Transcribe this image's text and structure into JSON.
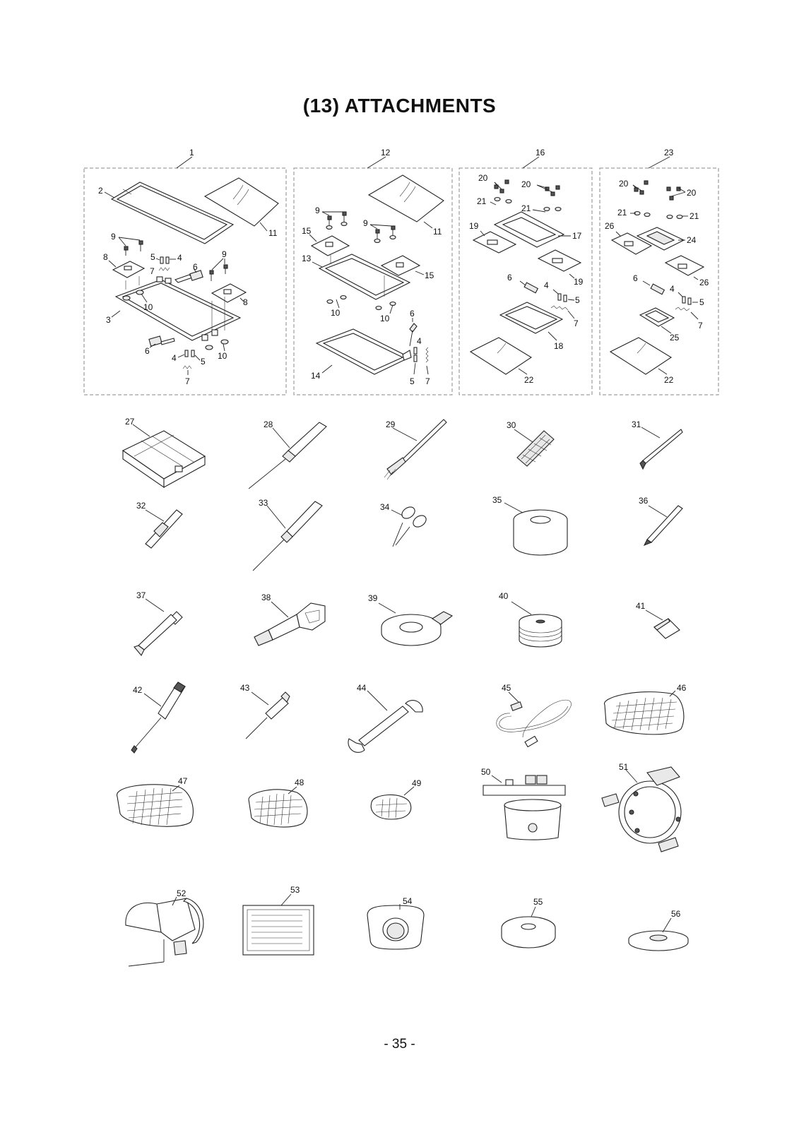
{
  "page": {
    "title": "(13) ATTACHMENTS",
    "page_number": "- 35 -"
  },
  "labels": {
    "n1": "1",
    "n2": "2",
    "n3": "3",
    "n4": "4",
    "n5": "5",
    "n6": "6",
    "n7": "7",
    "n8": "8",
    "n9": "9",
    "n10": "10",
    "n11": "11",
    "n12": "12",
    "n13": "13",
    "n14": "14",
    "n15": "15",
    "n16": "16",
    "n17": "17",
    "n18": "18",
    "n19": "19",
    "n20": "20",
    "n21": "21",
    "n22": "22",
    "n23": "23",
    "n24": "24",
    "n25": "25",
    "n26": "26",
    "n27": "27",
    "n28": "28",
    "n29": "29",
    "n30": "30",
    "n31": "31",
    "n32": "32",
    "n33": "33",
    "n34": "34",
    "n35": "35",
    "n36": "36",
    "n37": "37",
    "n38": "38",
    "n39": "39",
    "n40": "40",
    "n41": "41",
    "n42": "42",
    "n43": "43",
    "n44": "44",
    "n45": "45",
    "n46": "46",
    "n47": "47",
    "n48": "48",
    "n49": "49",
    "n50": "50",
    "n51": "51",
    "n52": "52",
    "n53": "53",
    "n54": "54",
    "n55": "55",
    "n56": "56"
  },
  "box_labels": {
    "box1": "1",
    "box12": "12",
    "box16": "16",
    "box23": "23"
  }
}
